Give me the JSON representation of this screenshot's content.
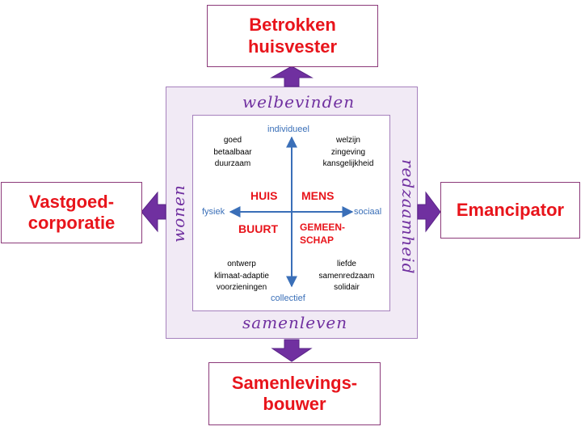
{
  "roles": {
    "top": "Betrokken\nhuisvester",
    "left": "Vastgoed-\ncorporatie",
    "right": "Emancipator",
    "bottom": "Samenlevings-\nbouwer"
  },
  "frame_labels": {
    "top": "welbevinden",
    "left": "wonen",
    "right": "redzaamheid",
    "bottom": "samenleven"
  },
  "axes": {
    "top": "individueel",
    "bottom": "collectief",
    "left": "fysiek",
    "right": "sociaal"
  },
  "quadrant_words": {
    "top_left": "HUIS",
    "top_right": "MENS",
    "bottom_left": "BUURT",
    "bottom_right": "GEMEEN-\nSCHAP"
  },
  "corner_lists": {
    "top_left": "goed\nbetaalbaar\nduurzaam",
    "top_right": "welzijn\nzingeving\nkansgelijkheid",
    "bottom_left": "ontwerp\nklimaat-adaptie\nvoorzieningen",
    "bottom_right": "liefde\nsamenredzaam\nsolidair"
  },
  "colors": {
    "role_text": "#e8141b",
    "frame_label": "#7030a0",
    "axis": "#3a6fb8",
    "arrow": "#7030a0"
  }
}
